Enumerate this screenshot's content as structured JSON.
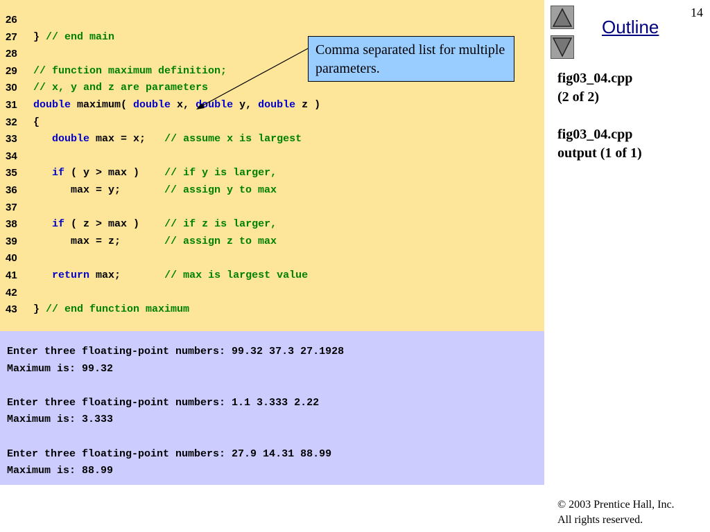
{
  "slide": {
    "number": "14",
    "outline_title": "Outline",
    "side_labels": [
      "fig03_04.cpp",
      "(2 of 2)",
      "fig03_04.cpp",
      "output (1 of 1)"
    ],
    "callout": "Comma separated list for multiple parameters.",
    "copyright_line1": "© 2003 Prentice Hall, Inc.",
    "copyright_line2": "All rights reserved.",
    "icons": {
      "previous": "triangle-up-icon",
      "next": "triangle-down-icon"
    },
    "colors": {
      "code_bg": "#fde59a",
      "output_bg": "#ccccff",
      "keyword": "#0000cc",
      "comment": "#008000",
      "callout_bg": "#99ccff",
      "outline_link": "#000080"
    }
  },
  "code": [
    {
      "n": "26",
      "tokens": []
    },
    {
      "n": "27",
      "tokens": [
        {
          "t": "} ",
          "c": "tx"
        },
        {
          "t": "// end main",
          "c": "cm"
        }
      ]
    },
    {
      "n": "28",
      "tokens": []
    },
    {
      "n": "29",
      "tokens": [
        {
          "t": "// function maximum definition;",
          "c": "cm"
        }
      ]
    },
    {
      "n": "30",
      "tokens": [
        {
          "t": "// x, y and z are parameters",
          "c": "cm"
        }
      ]
    },
    {
      "n": "31",
      "tokens": [
        {
          "t": "double",
          "c": "kw"
        },
        {
          "t": " maximum( ",
          "c": "tx"
        },
        {
          "t": "double",
          "c": "kw"
        },
        {
          "t": " x, ",
          "c": "tx"
        },
        {
          "t": "double",
          "c": "kw"
        },
        {
          "t": " y, ",
          "c": "tx"
        },
        {
          "t": "double",
          "c": "kw"
        },
        {
          "t": " z )",
          "c": "tx"
        }
      ]
    },
    {
      "n": "32",
      "tokens": [
        {
          "t": "{",
          "c": "tx"
        }
      ]
    },
    {
      "n": "33",
      "tokens": [
        {
          "t": "   ",
          "c": "tx"
        },
        {
          "t": "double",
          "c": "kw"
        },
        {
          "t": " max = x;   ",
          "c": "tx"
        },
        {
          "t": "// assume x is largest",
          "c": "cm"
        }
      ]
    },
    {
      "n": "34",
      "tokens": []
    },
    {
      "n": "35",
      "tokens": [
        {
          "t": "   ",
          "c": "tx"
        },
        {
          "t": "if",
          "c": "kw"
        },
        {
          "t": " ( y > max )    ",
          "c": "tx"
        },
        {
          "t": "// if y is larger,",
          "c": "cm"
        }
      ]
    },
    {
      "n": "36",
      "tokens": [
        {
          "t": "      max = y;       ",
          "c": "tx"
        },
        {
          "t": "// assign y to max",
          "c": "cm"
        }
      ]
    },
    {
      "n": "37",
      "tokens": []
    },
    {
      "n": "38",
      "tokens": [
        {
          "t": "   ",
          "c": "tx"
        },
        {
          "t": "if",
          "c": "kw"
        },
        {
          "t": " ( z > max )    ",
          "c": "tx"
        },
        {
          "t": "// if z is larger,",
          "c": "cm"
        }
      ]
    },
    {
      "n": "39",
      "tokens": [
        {
          "t": "      max = z;       ",
          "c": "tx"
        },
        {
          "t": "// assign z to max",
          "c": "cm"
        }
      ]
    },
    {
      "n": "40",
      "tokens": []
    },
    {
      "n": "41",
      "tokens": [
        {
          "t": "   ",
          "c": "tx"
        },
        {
          "t": "return",
          "c": "kw"
        },
        {
          "t": " max;       ",
          "c": "tx"
        },
        {
          "t": "// max is largest value",
          "c": "cm"
        }
      ]
    },
    {
      "n": "42",
      "tokens": []
    },
    {
      "n": "43",
      "tokens": [
        {
          "t": "} ",
          "c": "tx"
        },
        {
          "t": "// end function maximum",
          "c": "cm"
        }
      ]
    }
  ],
  "output": [
    "Enter three floating-point numbers: 99.32 37.3 27.1928",
    "Maximum is: 99.32",
    "",
    "Enter three floating-point numbers: 1.1 3.333 2.22",
    "Maximum is: 3.333",
    "",
    "Enter three floating-point numbers: 27.9 14.31 88.99",
    "Maximum is: 88.99"
  ]
}
